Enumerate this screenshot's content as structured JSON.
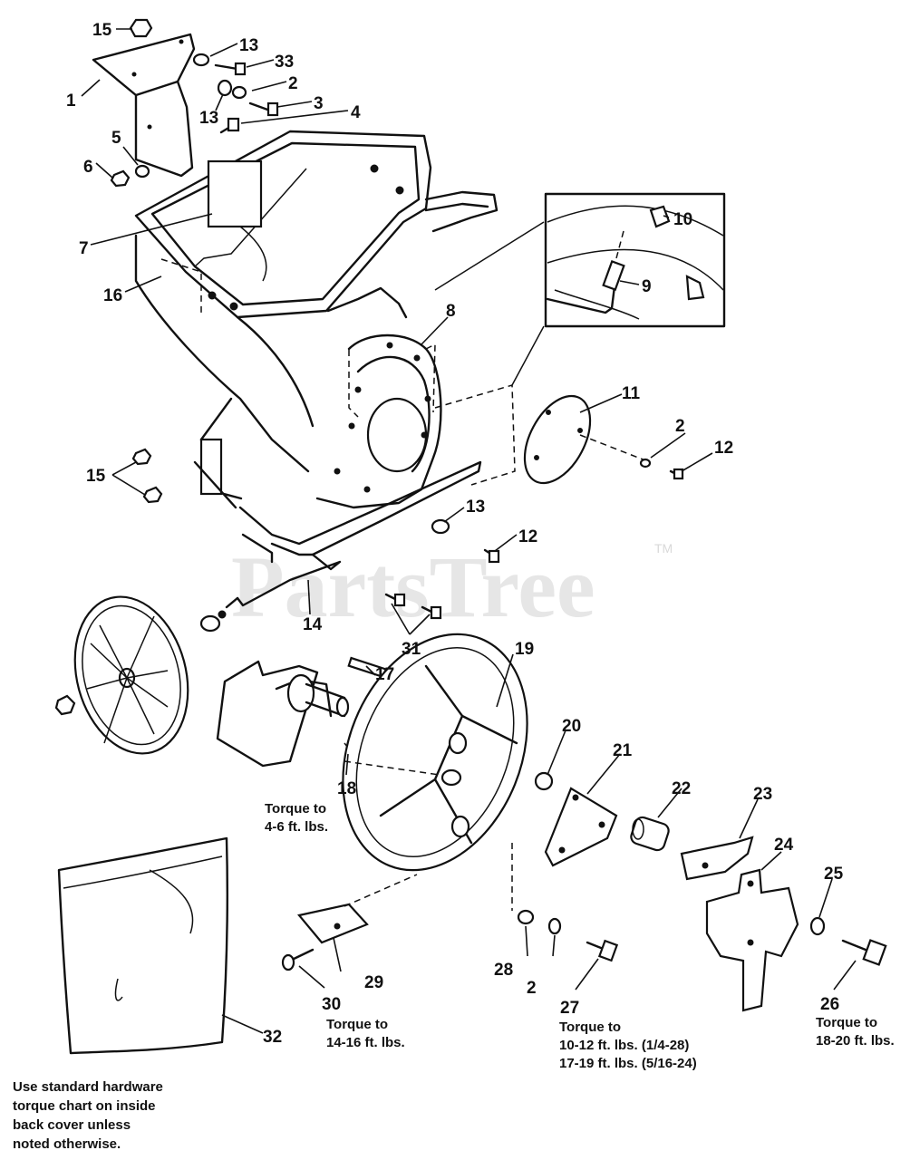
{
  "watermark": {
    "text": "PartsTree",
    "tm": "TM"
  },
  "parts": [
    {
      "id": "p15a",
      "number": "15"
    },
    {
      "id": "p1",
      "number": "1"
    },
    {
      "id": "p13a",
      "number": "13"
    },
    {
      "id": "p33",
      "number": "33"
    },
    {
      "id": "p2a",
      "number": "2"
    },
    {
      "id": "p13b",
      "number": "13"
    },
    {
      "id": "p3",
      "number": "3"
    },
    {
      "id": "p4",
      "number": "4"
    },
    {
      "id": "p5",
      "number": "5"
    },
    {
      "id": "p6",
      "number": "6"
    },
    {
      "id": "p7",
      "number": "7"
    },
    {
      "id": "p10",
      "number": "10"
    },
    {
      "id": "p9",
      "number": "9"
    },
    {
      "id": "p16",
      "number": "16"
    },
    {
      "id": "p8",
      "number": "8"
    },
    {
      "id": "p11",
      "number": "11"
    },
    {
      "id": "p2b",
      "number": "2"
    },
    {
      "id": "p12a",
      "number": "12"
    },
    {
      "id": "p15b",
      "number": "15"
    },
    {
      "id": "p13c",
      "number": "13"
    },
    {
      "id": "p12b",
      "number": "12"
    },
    {
      "id": "p14",
      "number": "14"
    },
    {
      "id": "p31",
      "number": "31"
    },
    {
      "id": "p19",
      "number": "19"
    },
    {
      "id": "p17",
      "number": "17"
    },
    {
      "id": "p20",
      "number": "20"
    },
    {
      "id": "p21",
      "number": "21"
    },
    {
      "id": "p18",
      "number": "18"
    },
    {
      "id": "p22",
      "number": "22"
    },
    {
      "id": "p23",
      "number": "23"
    },
    {
      "id": "p24",
      "number": "24"
    },
    {
      "id": "p25",
      "number": "25"
    },
    {
      "id": "p28",
      "number": "28"
    },
    {
      "id": "p2c",
      "number": "2"
    },
    {
      "id": "p29",
      "number": "29"
    },
    {
      "id": "p27",
      "number": "27"
    },
    {
      "id": "p26",
      "number": "26"
    },
    {
      "id": "p30",
      "number": "30"
    },
    {
      "id": "p32",
      "number": "32"
    }
  ],
  "torque_notes": {
    "part18": [
      "Torque to",
      "4-6 ft. lbs."
    ],
    "part30": [
      "Torque to",
      "14-16 ft. lbs."
    ],
    "part27": [
      "Torque to",
      "10-12 ft. lbs. (1/4-28)",
      "17-19 ft. lbs. (5/16-24)"
    ],
    "part26": [
      "Torque to",
      "18-20 ft. lbs."
    ]
  },
  "footnote": [
    "Use standard hardware",
    "torque chart on inside",
    "back cover unless",
    "noted otherwise."
  ]
}
